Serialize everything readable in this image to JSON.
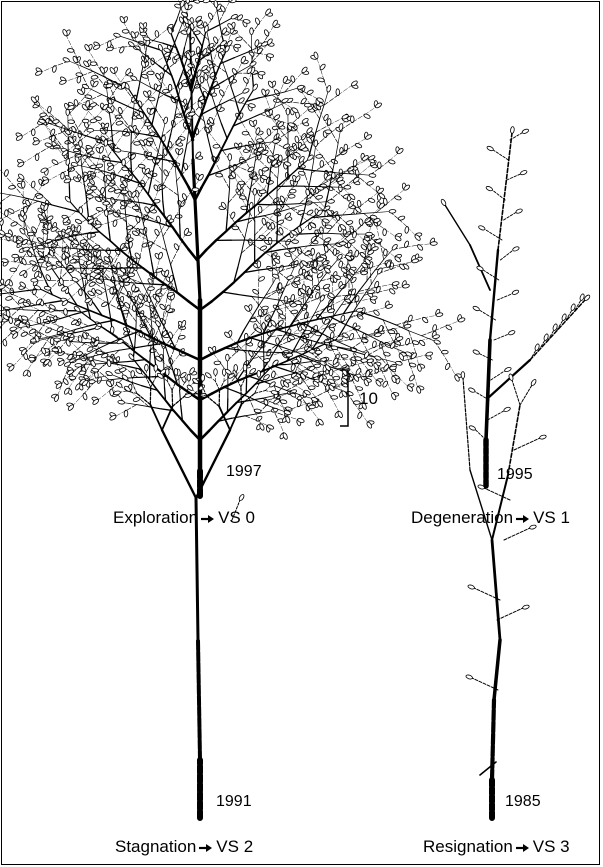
{
  "scale_bar": {
    "label": "10"
  },
  "trees": [
    {
      "id": "exploration",
      "year": "1997",
      "stage": "Exploration",
      "vs": "VS 0"
    },
    {
      "id": "degeneration",
      "year": "1995",
      "stage": "Degeneration",
      "vs": "VS 1"
    },
    {
      "id": "stagnation",
      "year": "1991",
      "stage": "Stagnation",
      "vs": "VS 2"
    },
    {
      "id": "resignation",
      "year": "1985",
      "stage": "Resignation",
      "vs": "VS 3"
    }
  ]
}
